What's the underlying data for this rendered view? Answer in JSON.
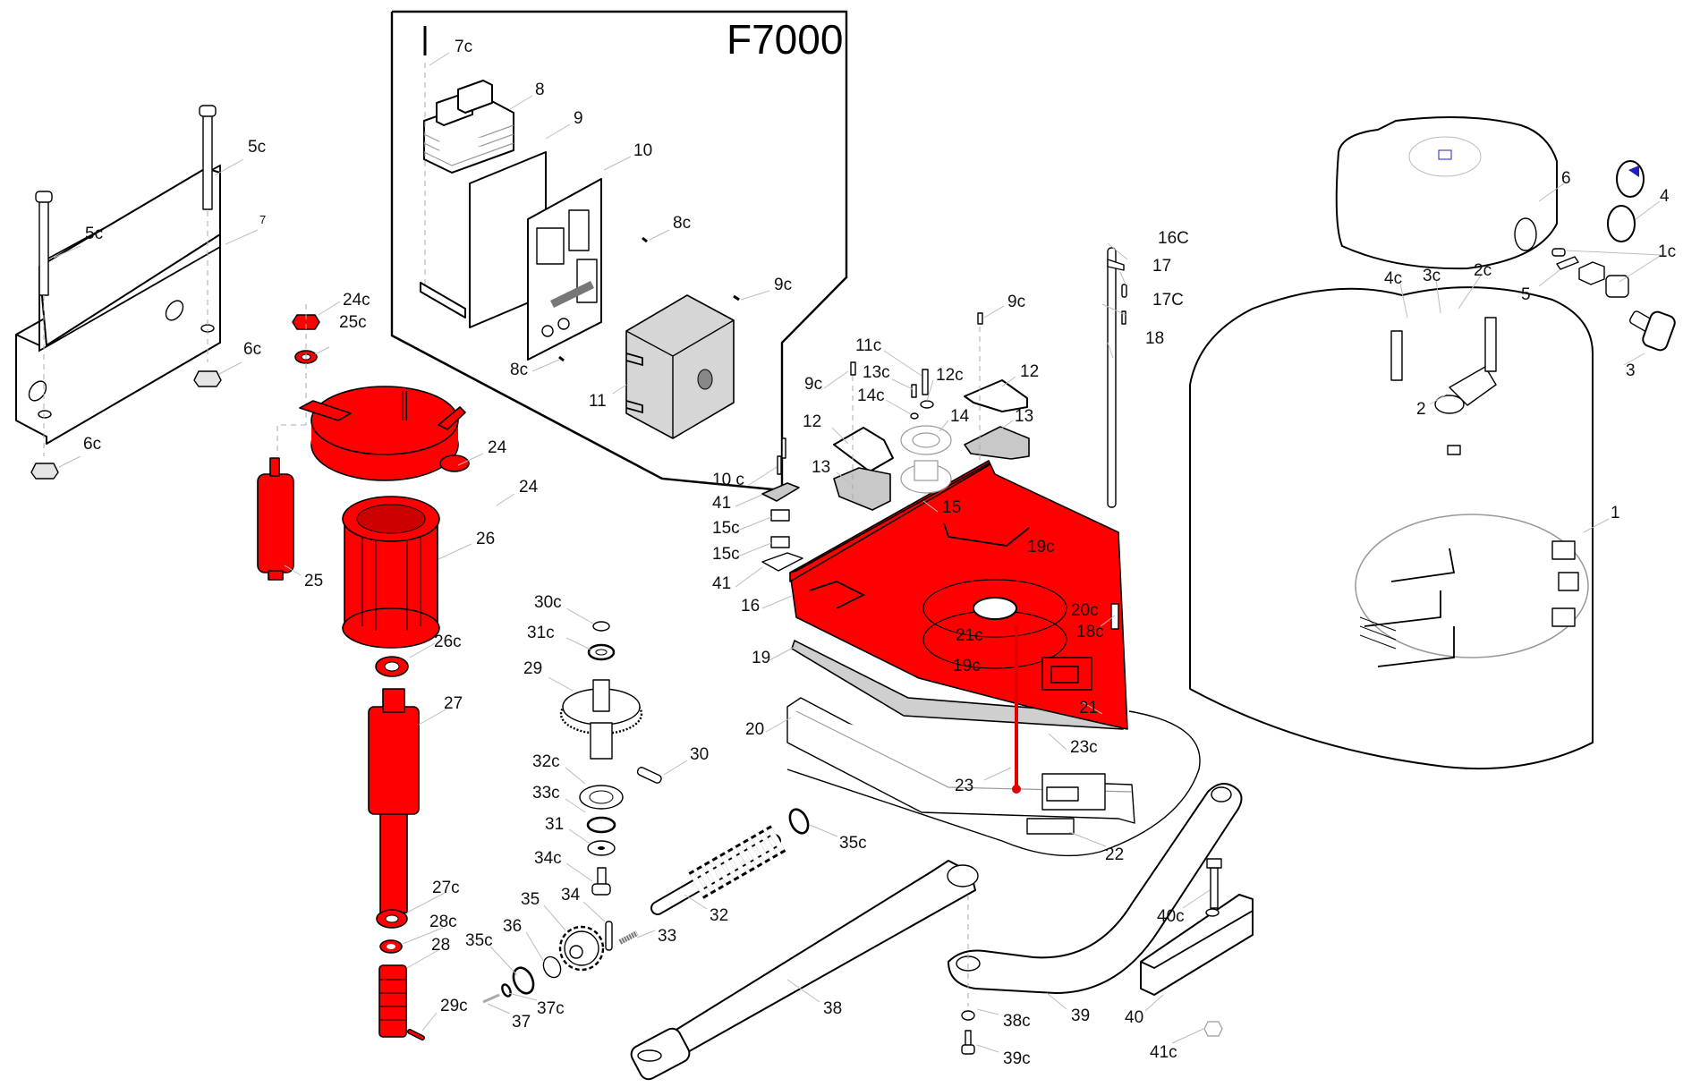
{
  "diagram": {
    "title": "F7000",
    "highlight_color": "#ff0000",
    "outline_color": "#000000",
    "leader_color": "#bdbdbd"
  },
  "labels": {
    "l_7c": "7c",
    "l_8": "8",
    "l_9": "9",
    "l_10": "10",
    "l_8c_a": "8c",
    "l_9c_box": "9c",
    "l_8c_b": "8c",
    "l_11": "11",
    "l_5c_a": "5c",
    "l_5c_b": "5c",
    "l_7": "7",
    "l_24c": "24c",
    "l_25c": "25c",
    "l_6c_a": "6c",
    "l_6c_b": "6c",
    "l_24_a": "24",
    "l_24_b": "24",
    "l_26": "26",
    "l_25": "25",
    "l_26c": "26c",
    "l_27": "27",
    "l_27c": "27c",
    "l_28c": "28c",
    "l_28": "28",
    "l_29c": "29c",
    "l_30c": "30c",
    "l_31c": "31c",
    "l_29": "29",
    "l_30": "30",
    "l_32c": "32c",
    "l_33c": "33c",
    "l_31": "31",
    "l_34c": "34c",
    "l_34": "34",
    "l_35": "35",
    "l_36": "36",
    "l_35c_a": "35c",
    "l_37c": "37c",
    "l_37": "37",
    "l_33": "33",
    "l_32": "32",
    "l_35c_b": "35c",
    "l_38": "38",
    "l_39": "39",
    "l_38c": "38c",
    "l_39c": "39c",
    "l_40": "40",
    "l_41c": "41c",
    "l_40c": "40c",
    "l_22": "22",
    "l_11c": "11c",
    "l_13c": "13c",
    "l_12c": "12c",
    "l_9c_l": "9c",
    "l_14c": "14c",
    "l_14": "14",
    "l_12_l": "12",
    "l_13_l": "13",
    "l_12_r": "12",
    "l_13_r": "13",
    "l_9c_r": "9c",
    "l_15": "15",
    "l_10c": "10 c",
    "l_41_a": "41",
    "l_15c_a": "15c",
    "l_15c_b": "15c",
    "l_41_b": "41",
    "l_16": "16",
    "l_19": "19",
    "l_20": "20",
    "l_19c_a": "19c",
    "l_20c": "20c",
    "l_21c": "21c",
    "l_18c": "18c",
    "l_19c_b": "19c",
    "l_21": "21",
    "l_23c": "23c",
    "l_23": "23",
    "l_16C": "16C",
    "l_17": "17",
    "l_17C": "17C",
    "l_18": "18",
    "l_6": "6",
    "l_4": "4",
    "l_1c": "1c",
    "l_4c": "4c",
    "l_3c": "3c",
    "l_2c": "2c",
    "l_5": "5",
    "l_3": "3",
    "l_2": "2",
    "l_1": "1"
  },
  "parts": {
    "highlighted": [
      "24c",
      "25c",
      "24",
      "25",
      "26",
      "26c",
      "27",
      "27c",
      "28c",
      "28",
      "29c",
      "16",
      "23"
    ],
    "boxed_group": [
      "7c",
      "8",
      "9",
      "10",
      "8c",
      "9c",
      "11"
    ]
  }
}
